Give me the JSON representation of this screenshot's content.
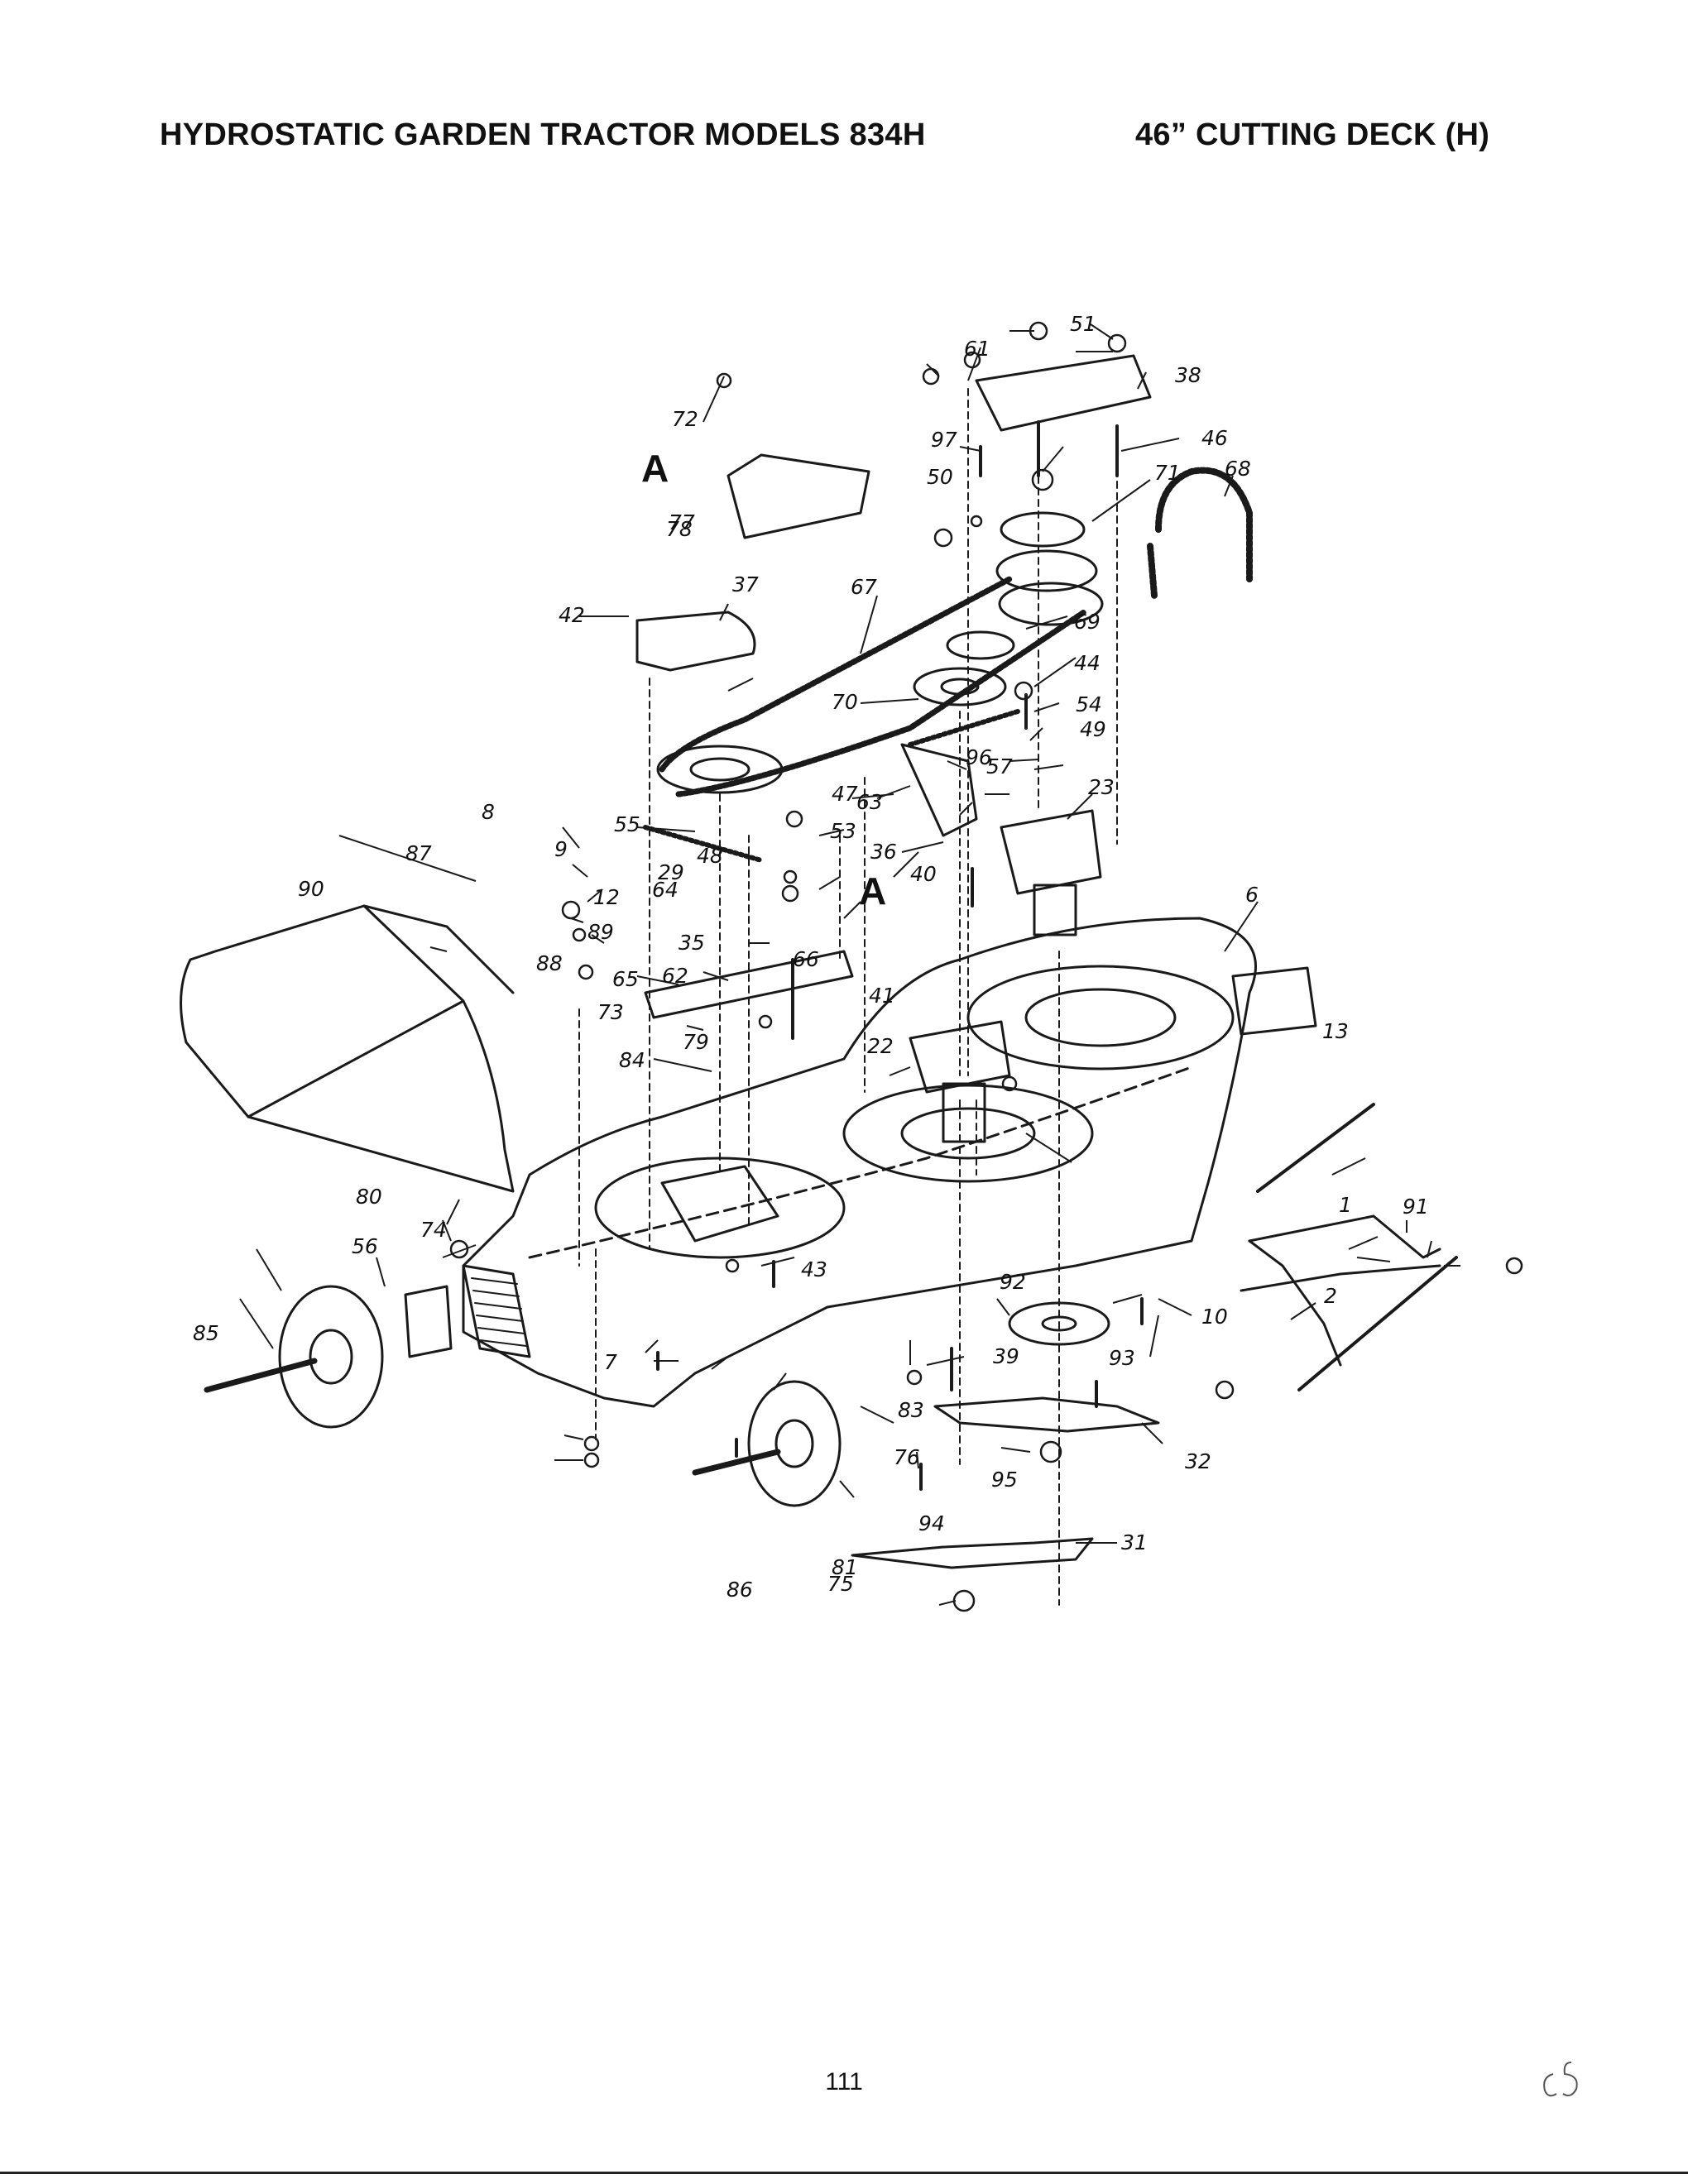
{
  "header": {
    "title": "HYDROSTATIC GARDEN TRACTOR MODELS 834H",
    "section": "46” CUTTING DECK (H)"
  },
  "part_labels": [
    "1",
    "2",
    "6",
    "7",
    "8",
    "9",
    "10",
    "12",
    "13",
    "22",
    "23",
    "29",
    "31",
    "32",
    "35",
    "36",
    "37",
    "38",
    "39",
    "40",
    "41",
    "42",
    "43",
    "44",
    "46",
    "47",
    "48",
    "49",
    "50",
    "51",
    "53",
    "54",
    "55",
    "56",
    "57",
    "61",
    "62",
    "63",
    "64",
    "65",
    "66",
    "67",
    "68",
    "69",
    "70",
    "71",
    "72",
    "73",
    "74",
    "75",
    "76",
    "77",
    "78",
    "79",
    "80",
    "81",
    "83",
    "84",
    "85",
    "86",
    "87",
    "88",
    "89",
    "90",
    "91",
    "92",
    "93",
    "94",
    "95",
    "96",
    "97"
  ],
  "reference_marks": [
    "A",
    "A"
  ],
  "page_number": "111",
  "handwritten_note": "c5"
}
